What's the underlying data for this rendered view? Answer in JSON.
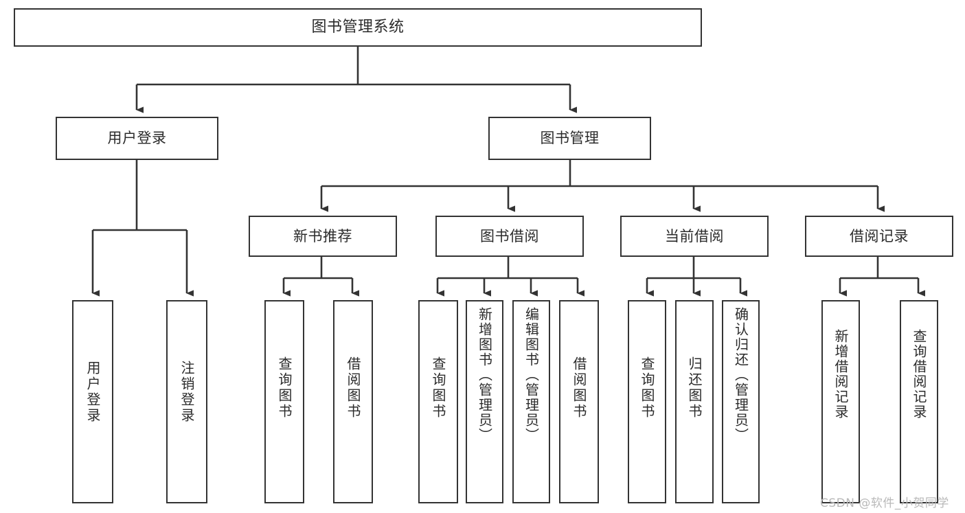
{
  "diagram": {
    "title": "图书管理系统",
    "type": "hierarchy-tree",
    "background_color": "#ffffff",
    "line_color": "#333333",
    "text_color": "#2b2b2b",
    "nodes": {
      "root": {
        "label": "图书管理系统"
      },
      "level2": [
        {
          "id": "user-login",
          "label": "用户登录"
        },
        {
          "id": "book-manage",
          "label": "图书管理"
        }
      ],
      "level3": [
        {
          "id": "new-book-recommend",
          "label": "新书推荐"
        },
        {
          "id": "book-borrow",
          "label": "图书借阅"
        },
        {
          "id": "current-borrow",
          "label": "当前借阅"
        },
        {
          "id": "borrow-record",
          "label": "借阅记录"
        }
      ],
      "leaves": [
        {
          "id": "leaf-user-login",
          "label": "用户登录",
          "parent": "user-login"
        },
        {
          "id": "leaf-logout-login",
          "label": "注销登录",
          "parent": "user-login"
        },
        {
          "id": "leaf-query-book-1",
          "label": "查询图书",
          "parent": "new-book-recommend"
        },
        {
          "id": "leaf-borrow-book-1",
          "label": "借阅图书",
          "parent": "new-book-recommend"
        },
        {
          "id": "leaf-query-book-2",
          "label": "查询图书",
          "parent": "book-borrow"
        },
        {
          "id": "leaf-add-book",
          "label": "新增图书（管理员）",
          "parent": "book-borrow"
        },
        {
          "id": "leaf-edit-book",
          "label": "编辑图书（管理员）",
          "parent": "book-borrow"
        },
        {
          "id": "leaf-borrow-book-2",
          "label": "借阅图书",
          "parent": "book-borrow"
        },
        {
          "id": "leaf-query-book-3",
          "label": "查询图书",
          "parent": "current-borrow"
        },
        {
          "id": "leaf-return-book",
          "label": "归还图书",
          "parent": "current-borrow"
        },
        {
          "id": "leaf-confirm-return",
          "label": "确认归还（管理员）",
          "parent": "current-borrow"
        },
        {
          "id": "leaf-add-record",
          "label": "新增借阅记录",
          "parent": "borrow-record"
        },
        {
          "id": "leaf-query-record",
          "label": "查询借阅记录",
          "parent": "borrow-record"
        }
      ]
    },
    "watermark": "CSDN @软件_小贺同学"
  }
}
